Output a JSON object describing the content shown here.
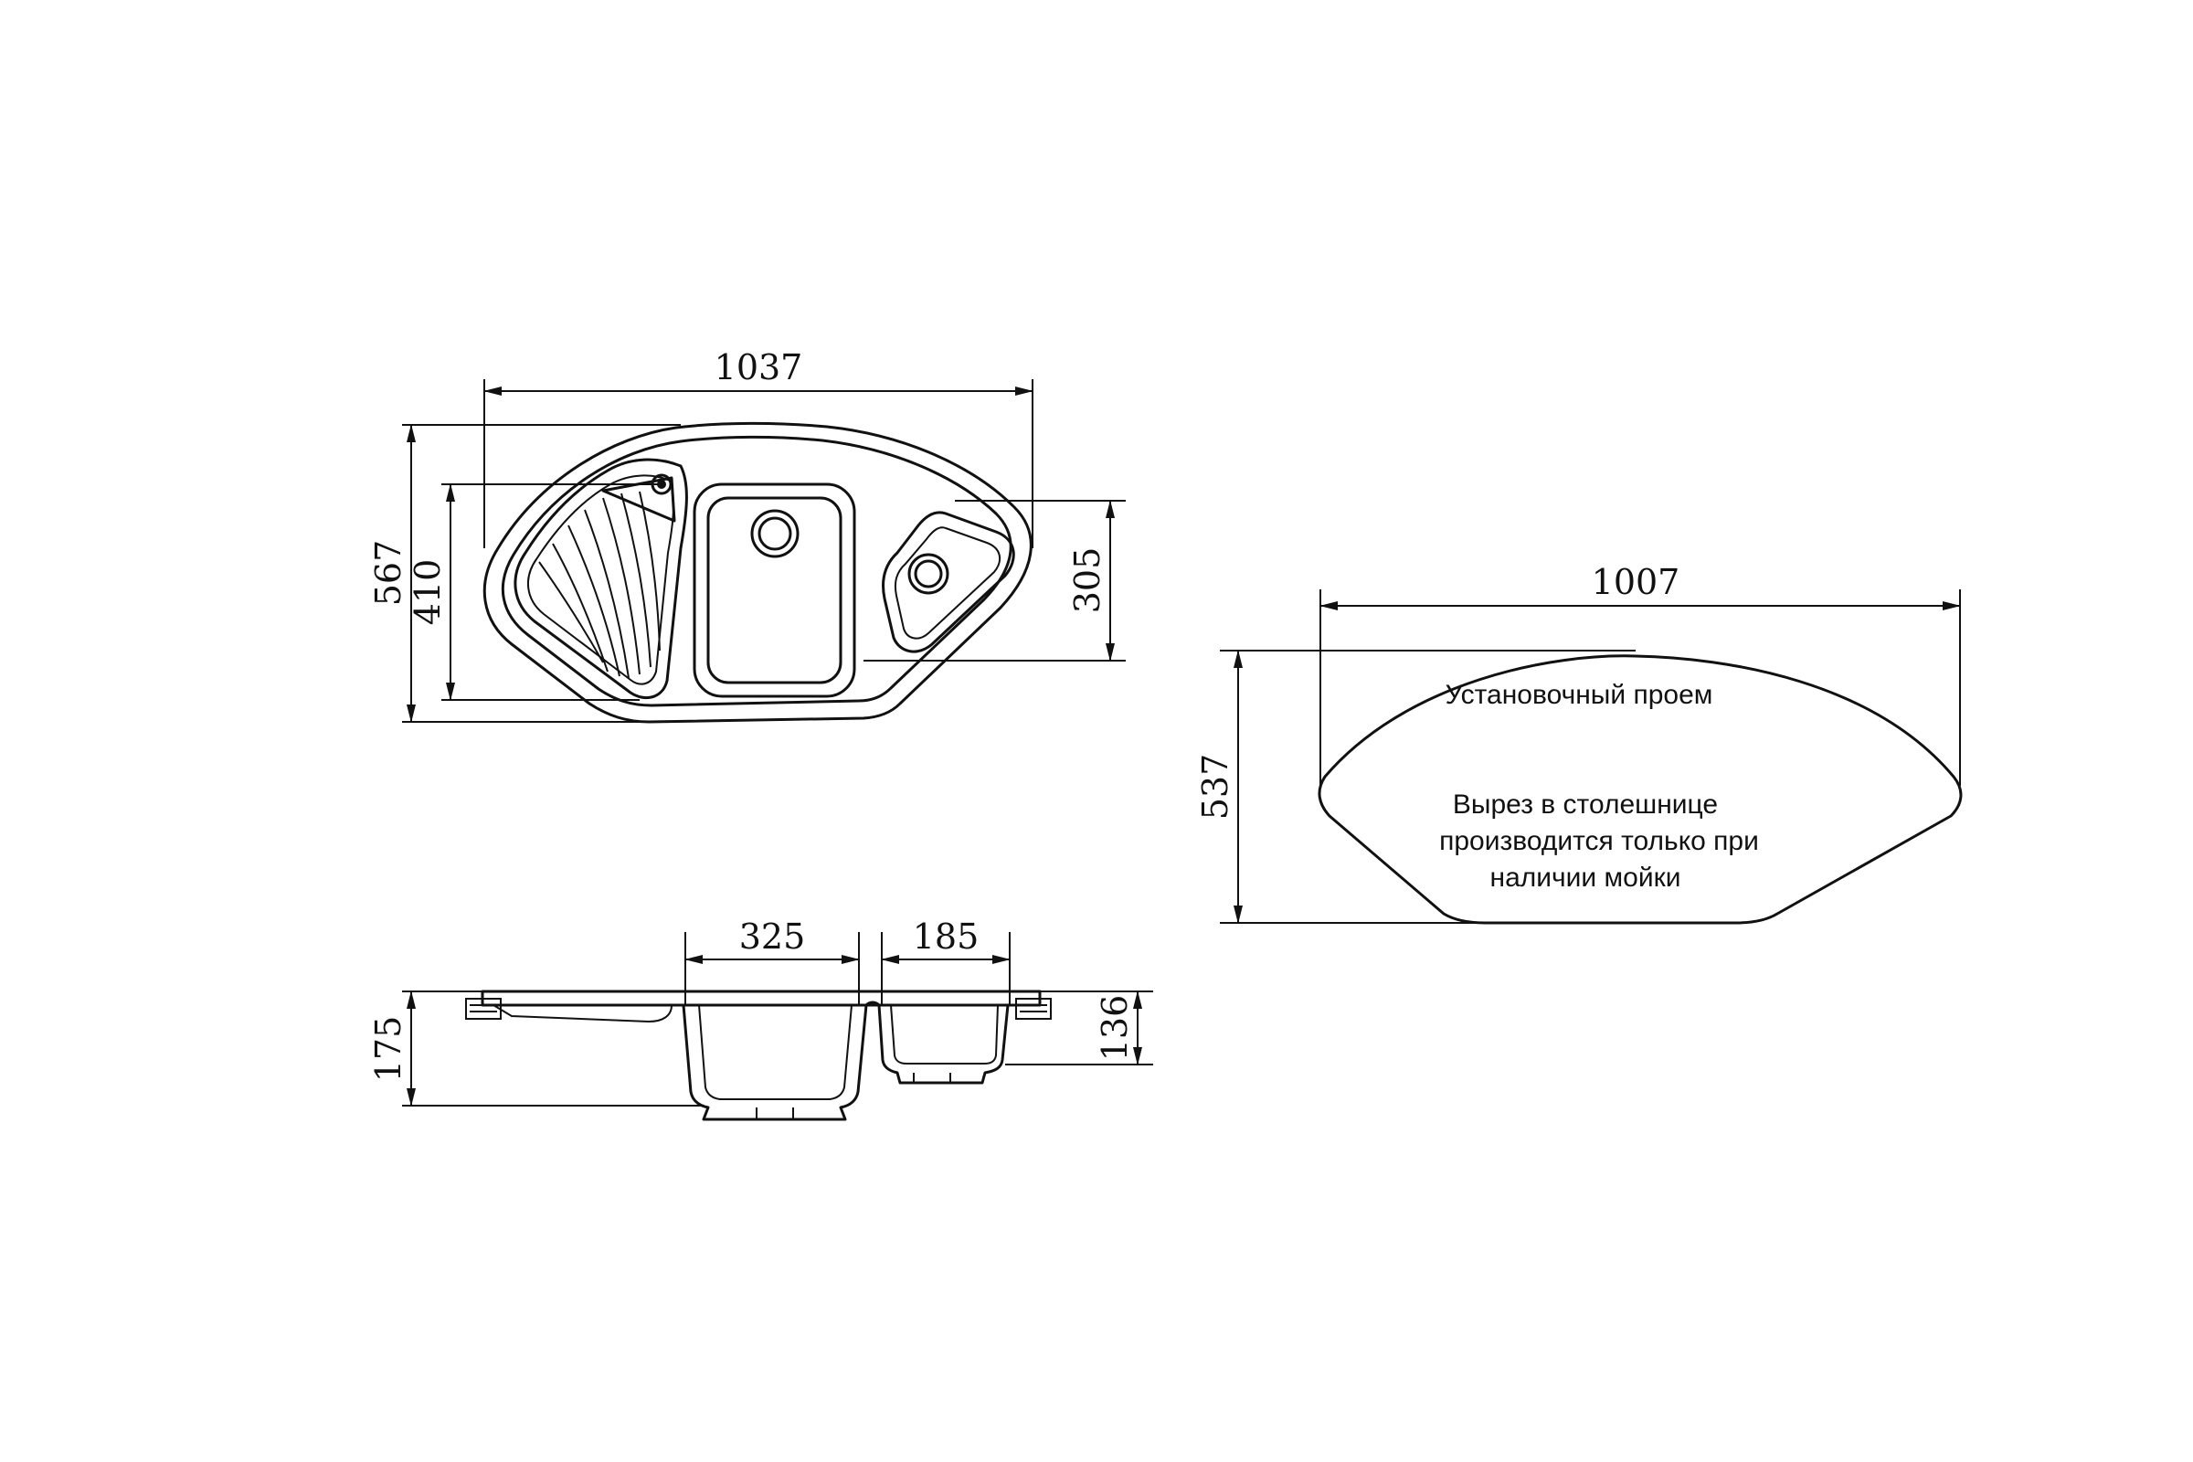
{
  "colors": {
    "line": "#111111",
    "background": "#ffffff"
  },
  "top_view": {
    "overall_width": "1037",
    "overall_depth": "567",
    "main_bowl_depth": "410",
    "small_bowl_depth": "305"
  },
  "side_view": {
    "main_bowl_width": "325",
    "small_bowl_width": "185",
    "total_height": "175",
    "small_bowl_height": "136"
  },
  "cutout": {
    "width": "1007",
    "depth": "537",
    "title": "Установочный проем",
    "note_lines": [
      "Вырез в столешнице",
      "производится только при",
      "наличии мойки"
    ]
  }
}
